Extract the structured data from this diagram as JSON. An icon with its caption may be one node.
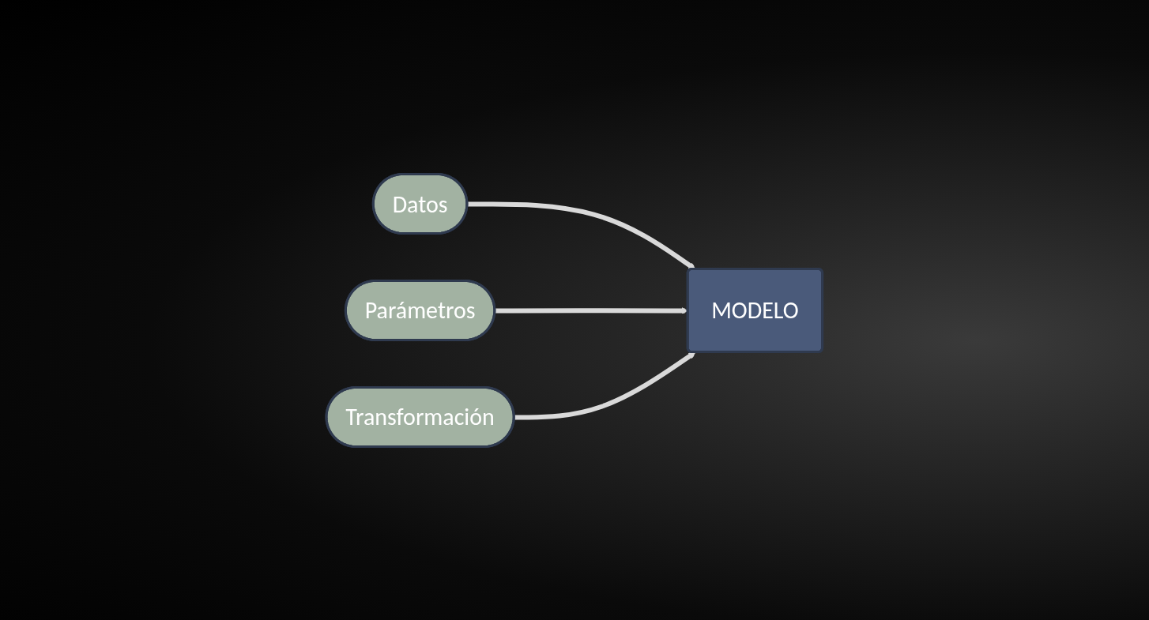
{
  "diagram": {
    "nodes": [
      {
        "text": [
          "Datos"
        ]
      },
      {
        "text": [
          "Parámetros"
        ]
      },
      {
        "text": [
          "Transformación"
        ]
      },
      {
        "text": [
          "MODELO"
        ]
      }
    ],
    "edges": [
      {
        "from": 0,
        "to": 3,
        "arrow": "to"
      },
      {
        "from": 1,
        "to": 3,
        "arrow": "to"
      },
      {
        "from": 2,
        "to": 3,
        "arrow": "to"
      }
    ]
  }
}
